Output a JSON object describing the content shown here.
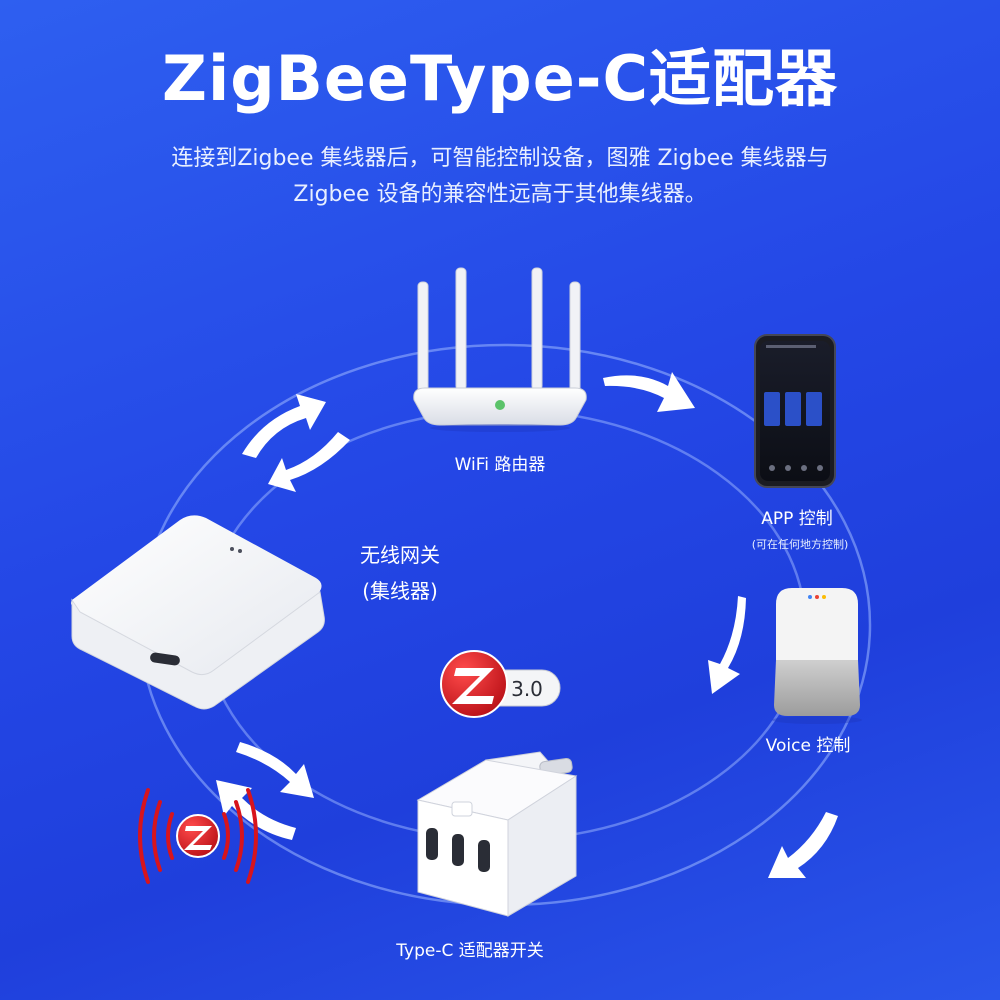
{
  "header": {
    "title": "ZigBeeType-C适配器",
    "subtitle_line1": "连接到Zigbee 集线器后，可智能控制设备，图雅 Zigbee 集线器与",
    "subtitle_line2": "Zigbee 设备的兼容性远高于其他集线器。"
  },
  "nodes": {
    "router_label": "WiFi 路由器",
    "app_label": "APP 控制",
    "app_sublabel": "(可在任何地方控制)",
    "hub_label_line1": "无线网关",
    "hub_label_line2": "(集线器)",
    "voice_label": "Voice 控制",
    "adapter_label": "Type-C 适配器开关"
  },
  "badge": {
    "version": "3.0"
  },
  "colors": {
    "background": "#2447e6",
    "ring": "#8fb0ff",
    "arrow": "#ffffff",
    "zigbee_red": "#d7141d"
  },
  "icons": [
    "wifi-router-icon",
    "smartphone-icon",
    "smart-speaker-icon",
    "hub-icon",
    "usb-adapter-icon",
    "zigbee-logo-icon",
    "signal-waves-icon",
    "arrow-icon"
  ]
}
